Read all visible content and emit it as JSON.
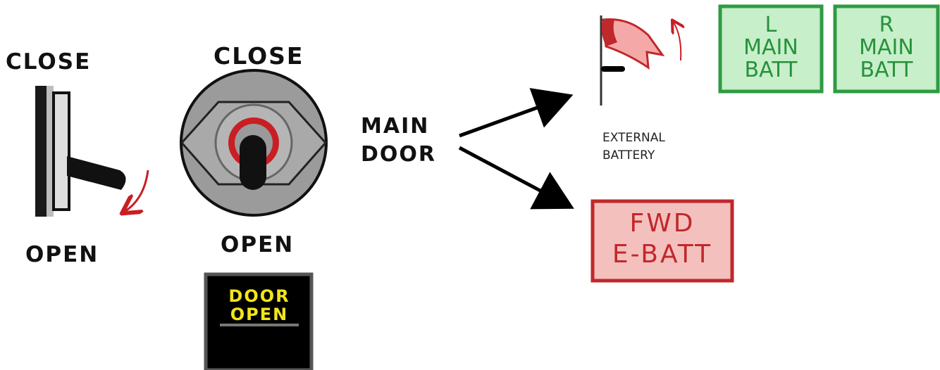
{
  "left_switch": {
    "top_label": "CLOSE",
    "bottom_label": "OPEN"
  },
  "rotary_switch": {
    "top_label": "CLOSE",
    "bottom_label": "OPEN"
  },
  "door_open_light": {
    "line1": "DOOR",
    "line2": "OPEN"
  },
  "main_door": {
    "line1": "MAIN",
    "line2": "DOOR"
  },
  "external_battery": {
    "line1": "EXTERNAL",
    "line2": "BATTERY"
  },
  "l_main_batt": {
    "line1": "L",
    "line2": "MAIN",
    "line3": "BATT"
  },
  "r_main_batt": {
    "line1": "R",
    "line2": "MAIN",
    "line3": "BATT"
  },
  "fwd_e_batt": {
    "line1": "FWD",
    "line2": "E-BATT"
  },
  "colors": {
    "green_fill": "#c7efc9",
    "green_border": "#2e9b43",
    "green_text": "#27923c",
    "red_fill": "#f4c0bd",
    "red_border": "#c0282c",
    "red_text": "#c0282c",
    "yellow_text": "#f1e51a",
    "switch_gray": "#9b9b9b",
    "accent_red": "#c81e24"
  }
}
